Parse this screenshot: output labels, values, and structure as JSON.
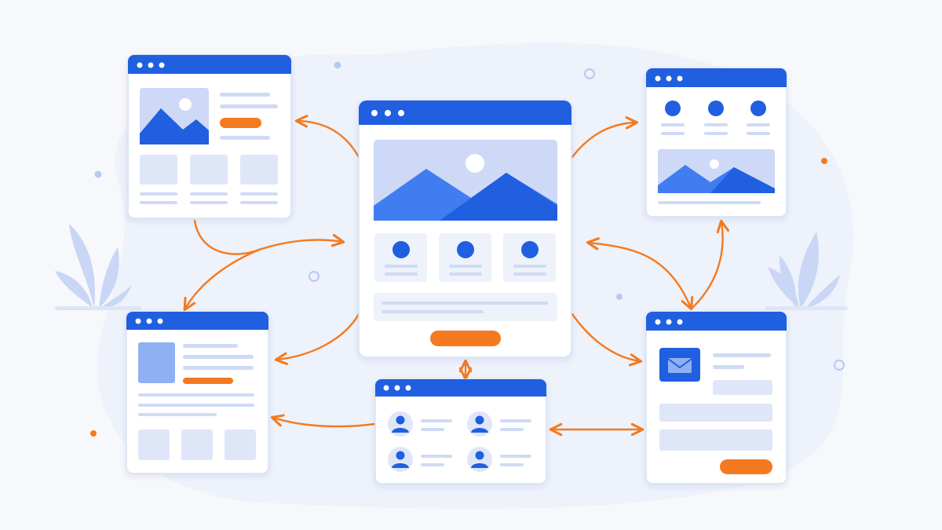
{
  "colors": {
    "background": "#f7f8fb",
    "blob": "#eef2fb",
    "primary_blue": "#1f5fe0",
    "light_blue": "#cdd9f7",
    "mid_blue": "#8fb0f3",
    "placeholder_line": "#cfdaf5",
    "accent_orange": "#f47a1f",
    "window_white": "#ffffff",
    "window_border": "#d9e1f2",
    "leaf": "#c9d6f5"
  },
  "diagram": {
    "description_visible_text": "",
    "windows": [
      {
        "id": "hero-page",
        "icon": "image-placeholder-icon",
        "header_dots": 3
      },
      {
        "id": "product-page",
        "icon": "image-placeholder-icon",
        "header_dots": 3
      },
      {
        "id": "team-grid-page",
        "icon": "image-placeholder-icon",
        "header_dots": 3
      },
      {
        "id": "article-page",
        "icon": "image-placeholder-icon",
        "header_dots": 3
      },
      {
        "id": "users-list-page",
        "icon": "user-avatar-icon",
        "header_dots": 3
      },
      {
        "id": "contact-form-page",
        "icon": "mail-icon",
        "header_dots": 3
      }
    ],
    "connections": [
      {
        "from": "hero-page",
        "to": "product-page",
        "style": "arrow"
      },
      {
        "from": "hero-page",
        "to": "team-grid-page",
        "style": "arrow"
      },
      {
        "from": "hero-page",
        "to": "article-page",
        "style": "arrow"
      },
      {
        "from": "hero-page",
        "to": "contact-form-page",
        "style": "arrow"
      },
      {
        "from": "hero-page",
        "to": "users-list-page",
        "style": "double-arrow"
      },
      {
        "from": "product-page",
        "to": "article-page",
        "style": "arrow"
      },
      {
        "from": "team-grid-page",
        "to": "contact-form-page",
        "style": "double-arrow"
      },
      {
        "from": "users-list-page",
        "to": "article-page",
        "style": "arrow"
      },
      {
        "from": "users-list-page",
        "to": "contact-form-page",
        "style": "double-arrow"
      }
    ]
  }
}
